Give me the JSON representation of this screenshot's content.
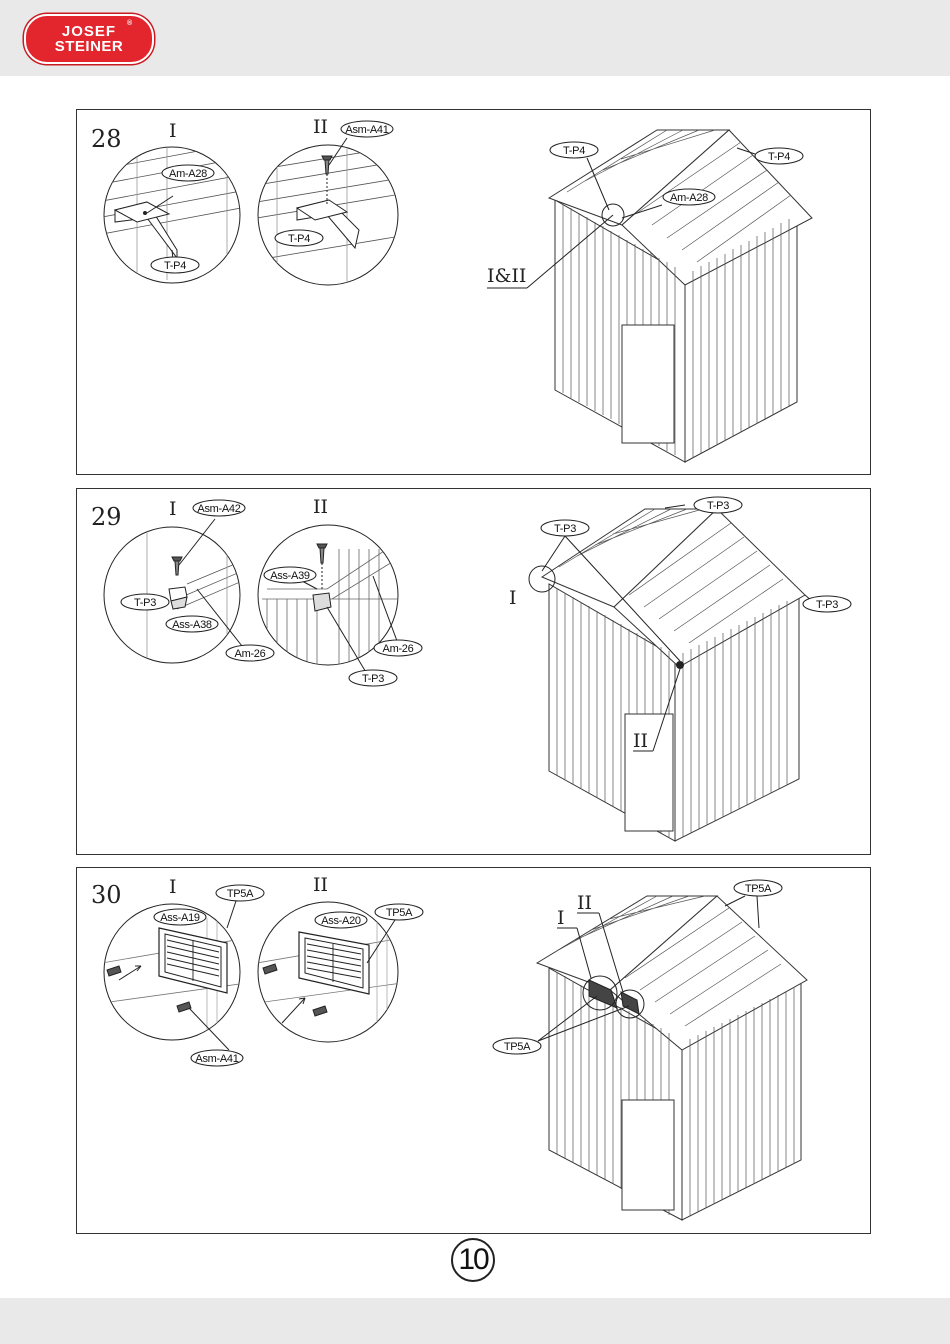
{
  "brand": {
    "line1": "JOSEF",
    "line2": "STEINER",
    "reg": "®"
  },
  "colors": {
    "brand_red": "#e3262d",
    "band_gray": "#e9e9e9",
    "line": "#333333"
  },
  "steps": [
    {
      "number": "28",
      "detail_labels": {
        "i": "I",
        "ii": "II",
        "overview": "I&II"
      },
      "labels": {
        "am_a28_detail": "Am-A28",
        "tp4_detail_i": "T-P4",
        "asm_a41": "Asm-A41",
        "tp4_detail_ii": "T-P4",
        "tp4_overview_a": "T-P4",
        "tp4_overview_b": "T-P4",
        "am_a28_overview": "Am-A28"
      }
    },
    {
      "number": "29",
      "detail_labels": {
        "i": "I",
        "ii": "II",
        "overview_i": "I",
        "overview_ii": "II"
      },
      "labels": {
        "asm_a42": "Asm-A42",
        "tp3_i": "T-P3",
        "ass_a38": "Ass-A38",
        "am26_i": "Am-26",
        "ass_a39": "Ass-A39",
        "am26_ii": "Am-26",
        "tp3_ii": "T-P3",
        "tp3_top": "T-P3",
        "tp3_left": "T-P3",
        "tp3_right": "T-P3"
      }
    },
    {
      "number": "30",
      "detail_labels": {
        "i": "I",
        "ii": "II",
        "overview_i": "I",
        "overview_ii": "II"
      },
      "labels": {
        "tp5a_i": "TP5A",
        "ass_a19": "Ass-A19",
        "asm_a41": "Asm-A41",
        "ass_a20": "Ass-A20",
        "tp5a_ii": "TP5A",
        "tp5a_top": "TP5A",
        "tp5a_bottom": "TP5A"
      }
    }
  ],
  "page_number": "10"
}
